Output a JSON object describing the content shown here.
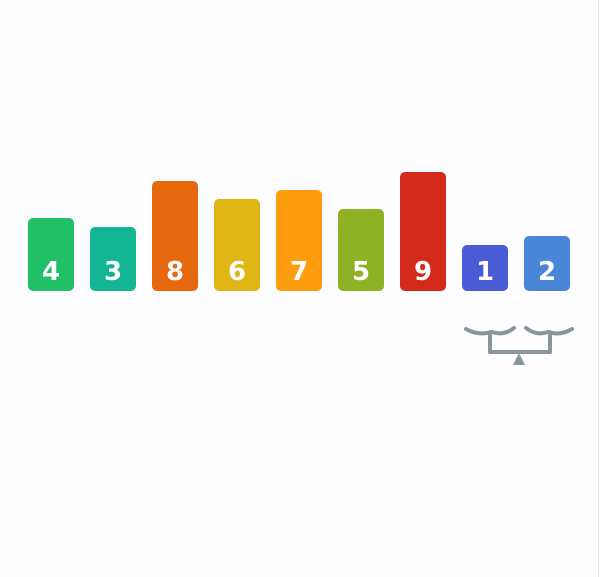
{
  "bars": [
    {
      "label": "4",
      "value": 4,
      "color": "#21bf68"
    },
    {
      "label": "3",
      "value": 3,
      "color": "#14b594"
    },
    {
      "label": "8",
      "value": 8,
      "color": "#e5680e"
    },
    {
      "label": "6",
      "value": 6,
      "color": "#dfb614"
    },
    {
      "label": "7",
      "value": 7,
      "color": "#fd9d0e"
    },
    {
      "label": "5",
      "value": 5,
      "color": "#8fb225"
    },
    {
      "label": "9",
      "value": 9,
      "color": "#d42a1c"
    },
    {
      "label": "1",
      "value": 1,
      "color": "#4a5bd6"
    },
    {
      "label": "2",
      "value": 2,
      "color": "#4a86d8"
    }
  ],
  "scale": {
    "icon": "balance-scale-icon",
    "color": "#8a9797",
    "compared": [
      "1",
      "2"
    ]
  }
}
